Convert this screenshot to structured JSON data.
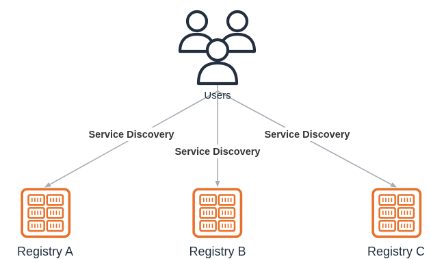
{
  "diagram": {
    "nodes": {
      "users": {
        "label": "Users",
        "icon": "users-group-icon"
      },
      "registry_a": {
        "label": "Registry A",
        "icon": "server-rack-icon"
      },
      "registry_b": {
        "label": "Registry B",
        "icon": "server-rack-icon"
      },
      "registry_c": {
        "label": "Registry C",
        "icon": "server-rack-icon"
      }
    },
    "edges": [
      {
        "from": "users",
        "to": "registry_a",
        "label": "Service Discovery"
      },
      {
        "from": "users",
        "to": "registry_b",
        "label": "Service Discovery"
      },
      {
        "from": "users",
        "to": "registry_c",
        "label": "Service Discovery"
      }
    ],
    "colors": {
      "user_icon": "#232f3e",
      "server_icon": "#e8702a",
      "edge": "#a7adb5",
      "text": "#232f3e"
    }
  }
}
